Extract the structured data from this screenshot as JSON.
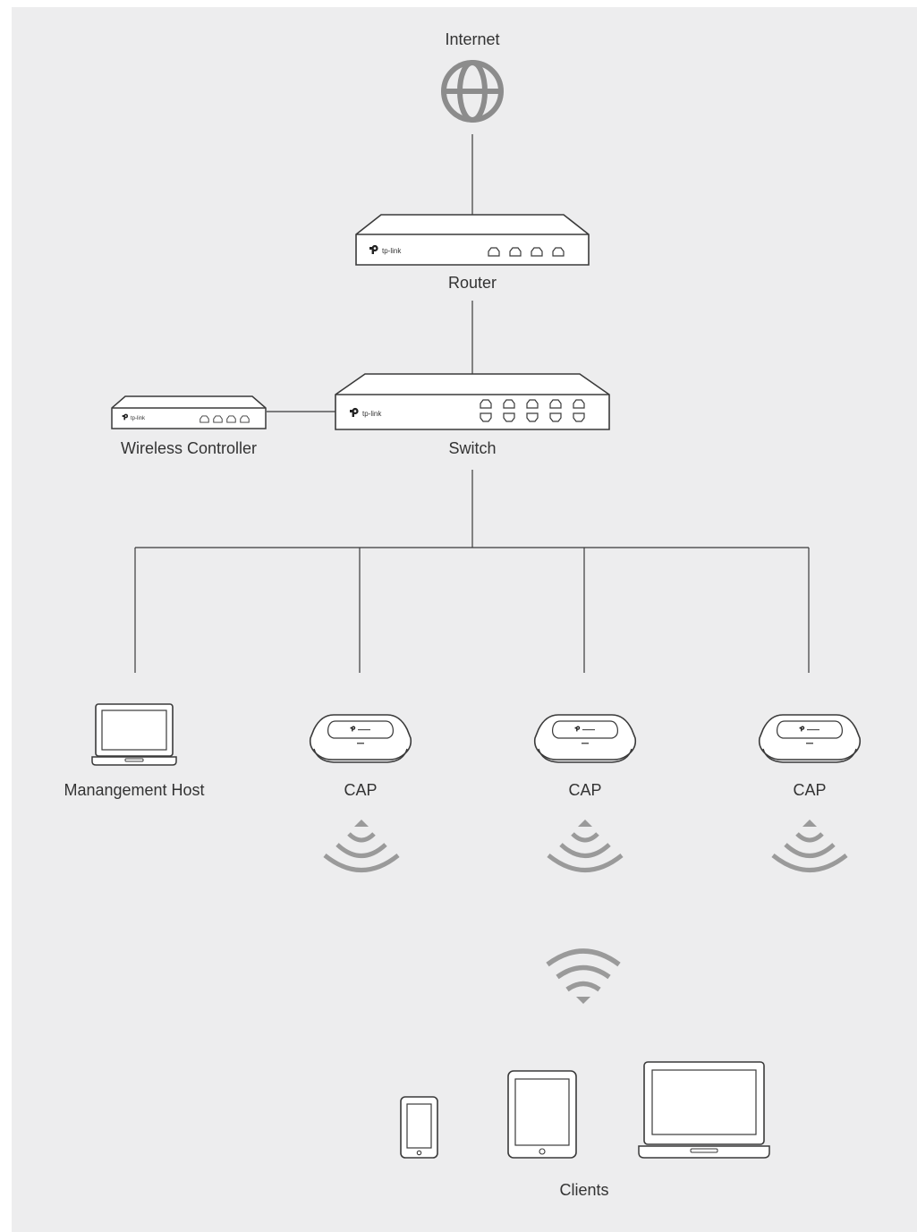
{
  "labels": {
    "internet": "Internet",
    "router": "Router",
    "switch": "Switch",
    "wireless_controller": "Wireless Controller",
    "management_host": "Manangement Host",
    "cap_1": "CAP",
    "cap_2": "CAP",
    "cap_3": "CAP",
    "clients": "Clients"
  },
  "brand": {
    "logo_text": "tp-link"
  },
  "colors": {
    "background": "#ededee",
    "line": "#3a3a3a",
    "device_fill": "#ffffff",
    "globe_icon": "#8c8c8c",
    "signal_icon": "#9a9a9a"
  },
  "icons": {
    "internet": "globe-icon",
    "router": "router-icon",
    "switch": "switch-icon",
    "wireless_controller": "controller-icon",
    "management_host": "laptop-icon",
    "cap": "access-point-icon",
    "broadcast": "broadcast-signal-icon",
    "wifi": "wifi-icon",
    "phone": "phone-icon",
    "tablet": "tablet-icon",
    "laptop_client": "laptop-icon"
  }
}
